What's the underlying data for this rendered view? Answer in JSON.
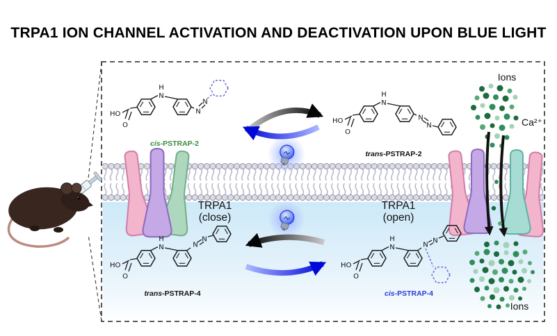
{
  "title": "TRPA1 ION CHANNEL ACTIVATION AND DEACTIVATION UPON BLUE LIGHT",
  "channels": {
    "closed": {
      "name": "TRPA1",
      "state": "(close)"
    },
    "open": {
      "name": "TRPA1",
      "state": "(open)"
    }
  },
  "ions": {
    "top_label": "Ions",
    "bottom_label": "Ions",
    "calcium_label": "Ca²⁺"
  },
  "molecules": {
    "cis_pstrap_2": {
      "prefix": "cis",
      "name": "-PSTRAP-2",
      "color": "#3a8a3f"
    },
    "trans_pstrap_2": {
      "prefix": "trans",
      "name": "-PSTRAP-2",
      "color": "#111111"
    },
    "trans_pstrap_4": {
      "prefix": "trans",
      "name": "-PSTRAP-4",
      "color": "#111111"
    },
    "cis_pstrap_4": {
      "prefix": "cis",
      "name": "-PSTRAP-4",
      "color": "#2a3bd8"
    }
  },
  "atoms": {
    "hydroxyl": "HO",
    "oxygen": "O",
    "nitrogen": "N",
    "hydrogen": "H"
  },
  "colors": {
    "membrane_head": "#9c9cb0",
    "channel_pink": "#f3b5cb",
    "channel_purple": "#c5a8e6",
    "channel_green": "#aed8bd",
    "channel_teal": "#a7dcd4",
    "ion_green_dark": "#1c6b3d",
    "ion_green_light": "#a3d2b4",
    "blue_arrow": "#0008d8",
    "black_arrow": "#000000",
    "bulb_blue": "#2743d8",
    "intracellular_blue": "#cde9f8",
    "dashed_ring_blue": "#6a6ad0"
  }
}
